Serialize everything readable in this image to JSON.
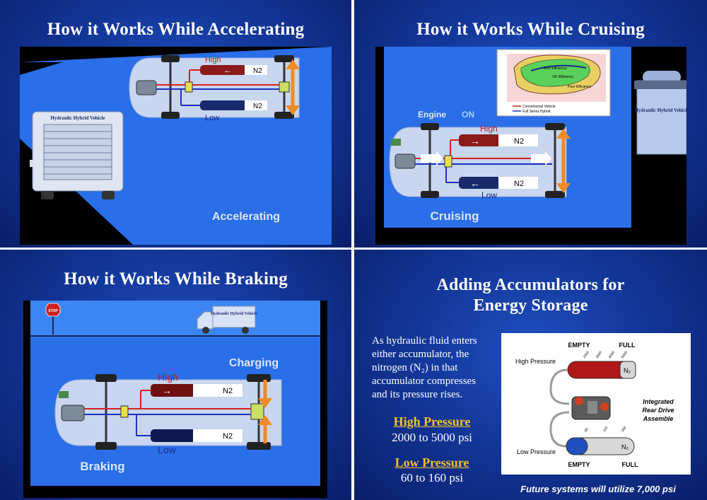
{
  "panels": {
    "accelerating": {
      "title": "How it Works While Accelerating",
      "tank_high_label": "High",
      "tank_low_label": "Low",
      "tank_gas": "N2",
      "truck_label": "Hydraulic Hybrid Vehicle",
      "caption": "Accelerating"
    },
    "cruising": {
      "title": "How it Works While Cruising",
      "engine_label": "Engine",
      "engine_state": "ON",
      "tank_high_label": "High",
      "tank_low_label": "Low",
      "tank_gas": "N2",
      "chart_legend_1": "Conventional Vehicle",
      "chart_legend_2": "Full Series Hybrid",
      "chart_region_1": "Best Efficiency",
      "chart_region_2": "OK Efficiency",
      "chart_region_3": "Poor Efficiency",
      "truck_label": "Hydraulic Hybrid Vehicle",
      "caption": "Cruising"
    },
    "braking": {
      "title": "How it Works While Braking",
      "stop_sign": "STOP",
      "truck_label": "Hydraulic Hybrid Vehicle",
      "tank_high_label": "High",
      "tank_low_label": "Low",
      "tank_gas": "N2",
      "charging_label": "Charging",
      "caption": "Braking"
    },
    "accumulators": {
      "title_line1": "Adding Accumulators for",
      "title_line2": "Energy Storage",
      "body": "As hydraulic fluid enters either accumulator, the nitrogen (N₂) in that accumulator compresses and its pressure rises.",
      "high_pressure_heading": "High Pressure",
      "high_pressure_range": "2000 to 5000 psi",
      "low_pressure_heading": "Low Pressure",
      "low_pressure_range": "60 to 160 psi",
      "diagram": {
        "empty_label": "EMPTY",
        "full_label": "FULL",
        "high_pressure_label": "High Pressure",
        "low_pressure_label": "Low Pressure",
        "high_scale": [
          "2000",
          "3000",
          "4000",
          "5000"
        ],
        "low_scale": [
          "60",
          "110",
          "160"
        ],
        "gas": "N₂",
        "assembly_line1": "Integrated",
        "assembly_line2": "Rear Drive",
        "assembly_line3": "Assemble"
      },
      "footer": "Future systems will utilize 7,000 psi"
    }
  },
  "colors": {
    "panel_blue": "#13379a",
    "scene_blue": "#2a6ee8",
    "high_red": "#8b1a1a",
    "low_navy": "#1a2a6e",
    "arrow_orange": "#f08a24",
    "heading_gold": "#f2c02a"
  }
}
